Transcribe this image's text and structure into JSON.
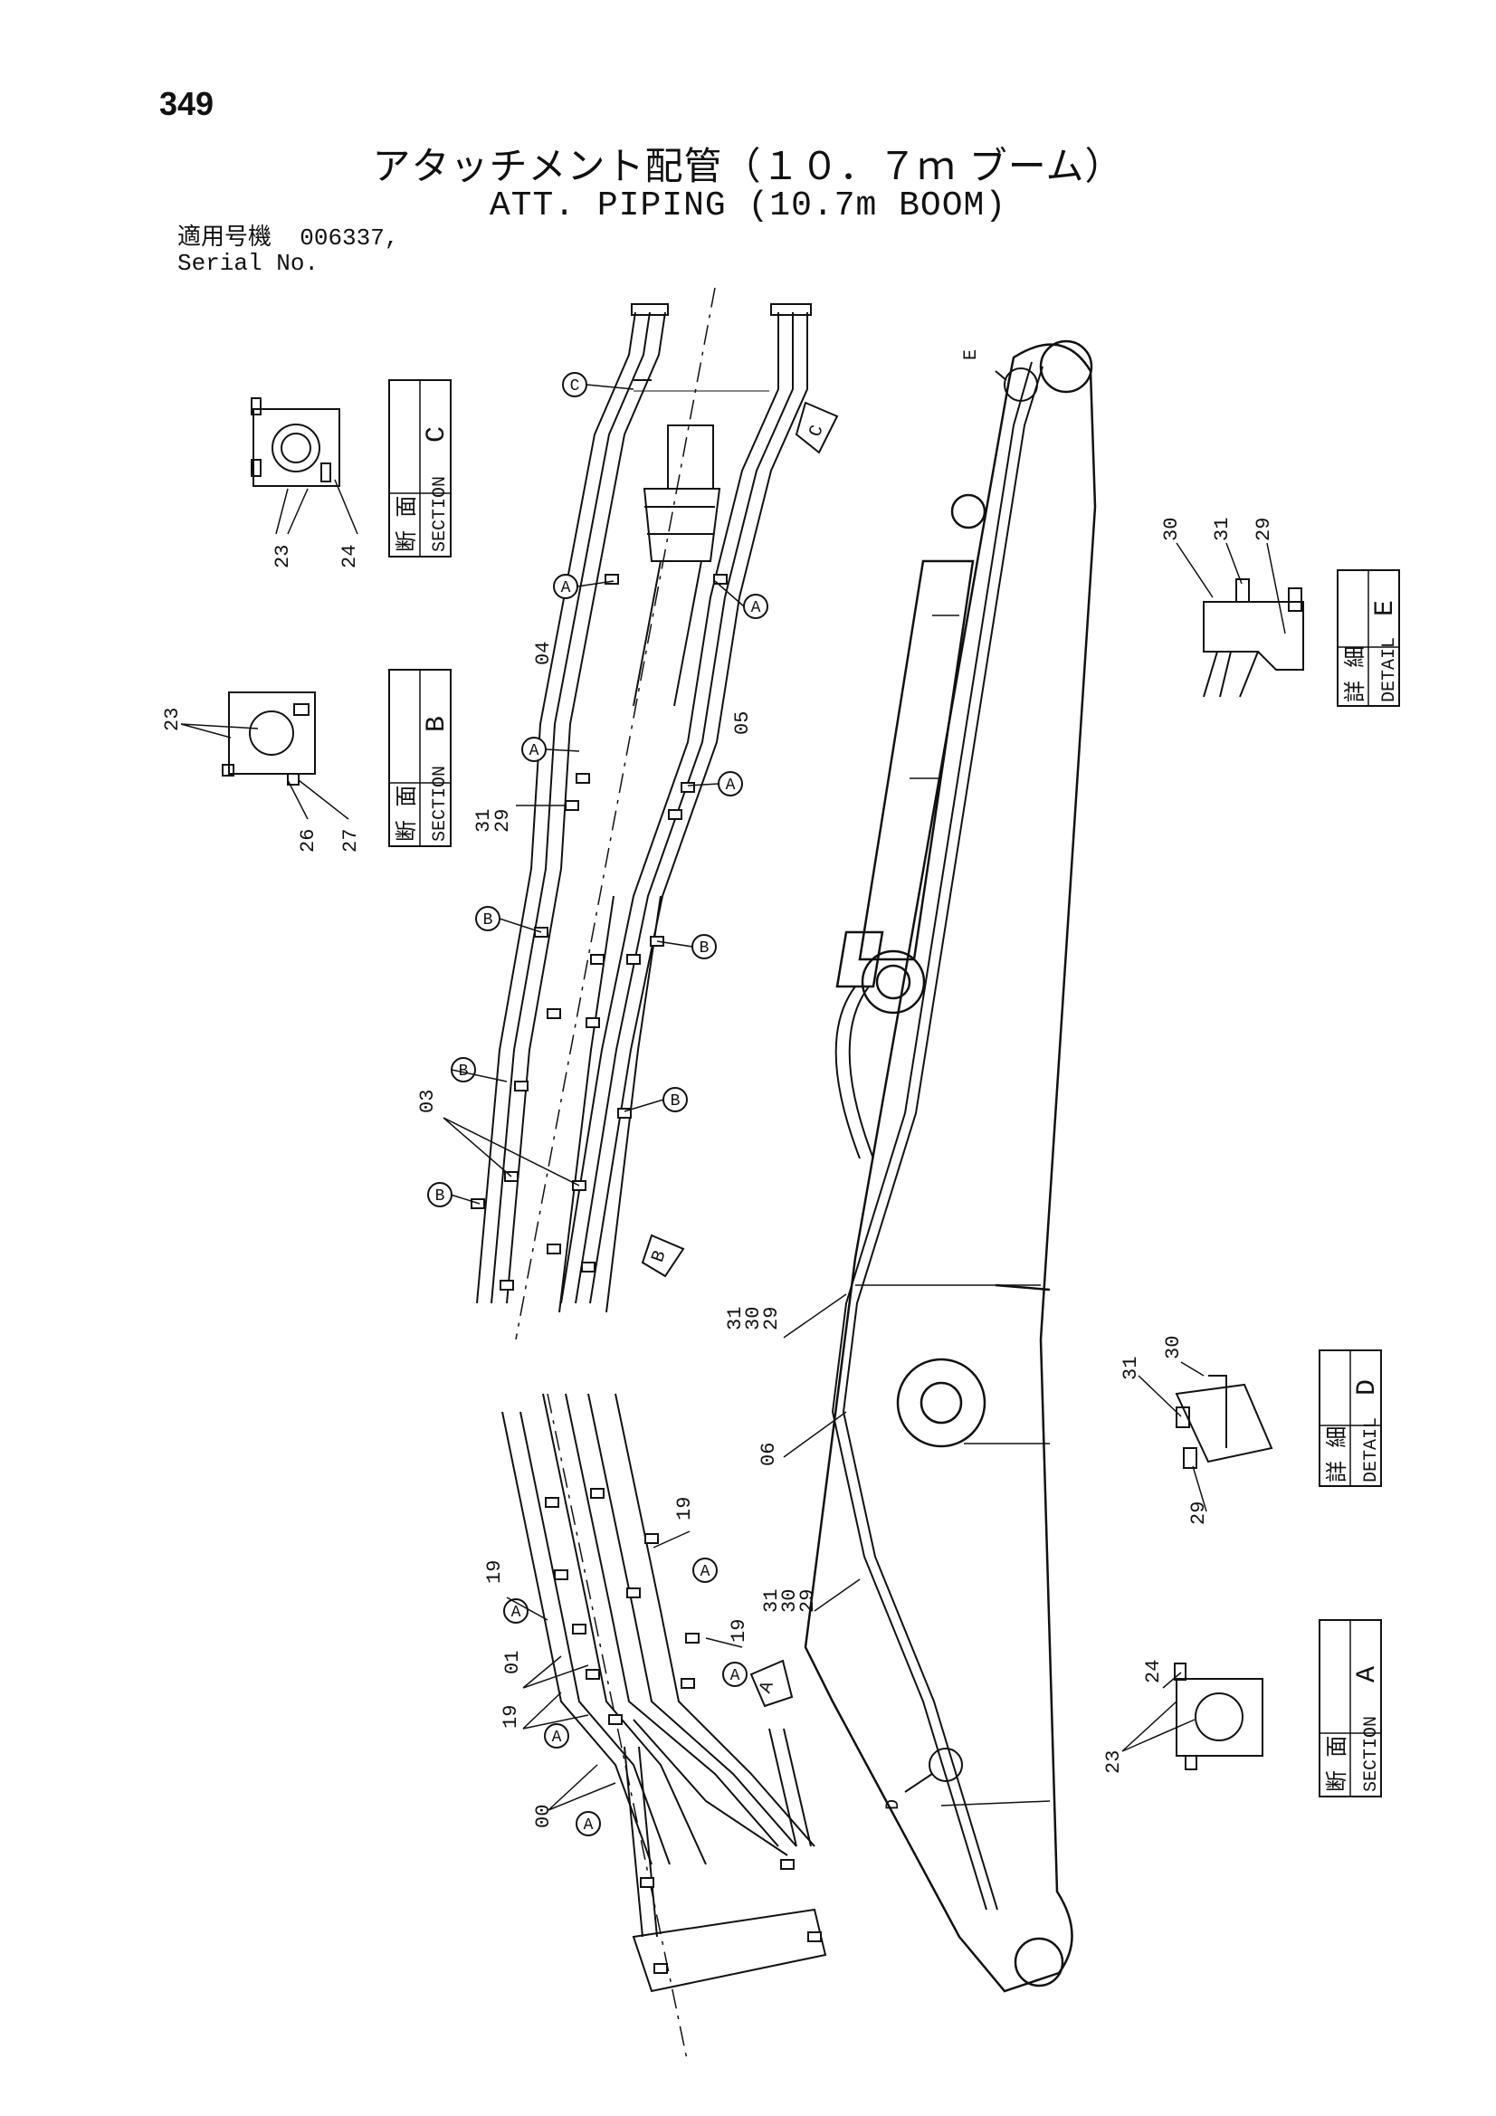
{
  "page_number": "349",
  "title_jp": "アタッチメント配管（１０．７ｍ ブーム）",
  "title_en": "ATT. PIPING (10.7m BOOM)",
  "serial": {
    "label_jp": "適用号機",
    "value": "006337,",
    "label_en": "Serial No."
  },
  "views": [
    {
      "id": "C",
      "kanji": "断 面",
      "word": "SECTION",
      "letter": "C"
    },
    {
      "id": "B",
      "kanji": "断 面",
      "word": "SECTION",
      "letter": "B"
    },
    {
      "id": "E",
      "kanji": "詳 細",
      "word": "DETAIL",
      "letter": "E"
    },
    {
      "id": "D",
      "kanji": "詳 細",
      "word": "DETAIL",
      "letter": "D"
    },
    {
      "id": "A",
      "kanji": "断 面",
      "word": "SECTION",
      "letter": "A"
    }
  ],
  "part_numbers": {
    "p00": "00",
    "p01": "01",
    "p03": "03",
    "p04": "04",
    "p05": "05",
    "p06": "06",
    "p19": "19",
    "p23": "23",
    "p24": "24",
    "p26": "26",
    "p27": "27",
    "p29": "29",
    "p30": "30",
    "p31": "31"
  },
  "markers": {
    "A": "A",
    "B": "B",
    "C": "C",
    "D": "D",
    "E": "E"
  }
}
